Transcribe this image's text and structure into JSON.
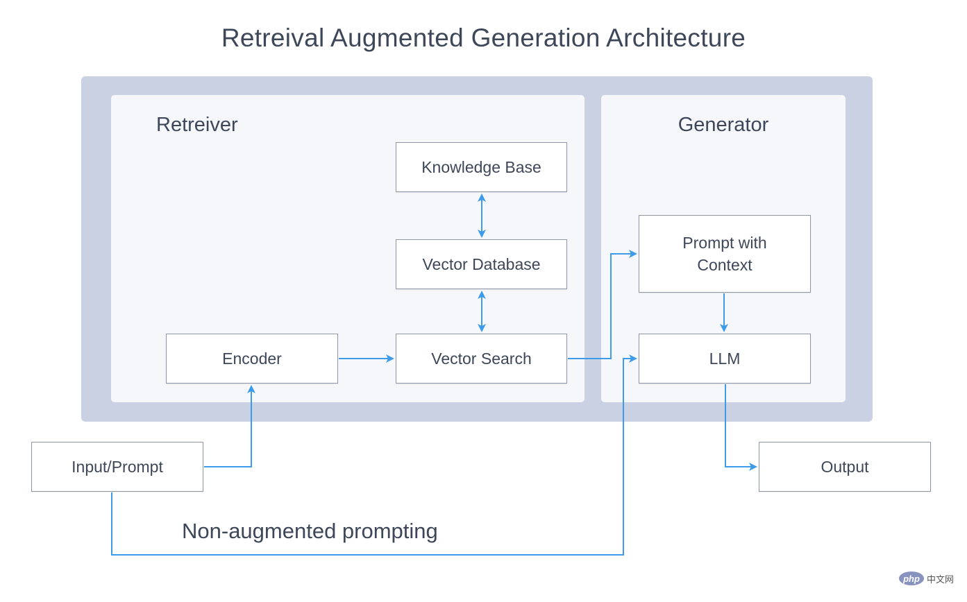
{
  "title": "Retreival Augmented Generation Architecture",
  "panels": {
    "retriever": {
      "label": "Retreiver"
    },
    "generator": {
      "label": "Generator"
    }
  },
  "nodes": {
    "knowledge_base": "Knowledge Base",
    "vector_database": "Vector Database",
    "vector_search": "Vector Search",
    "encoder": "Encoder",
    "prompt_with_context": [
      "Prompt with",
      "Context"
    ],
    "llm": "LLM",
    "input_prompt": "Input/Prompt",
    "output": "Output"
  },
  "edge_labels": {
    "non_augmented": "Non-augmented prompting"
  },
  "colors": {
    "arrow": "#3d9be9",
    "outer_frame": "#c9d1e3",
    "panel": "#f5f7fb",
    "box_border": "#8d95a6",
    "text": "#3e4759"
  },
  "watermark": {
    "logo": "php",
    "text": "中文网"
  }
}
